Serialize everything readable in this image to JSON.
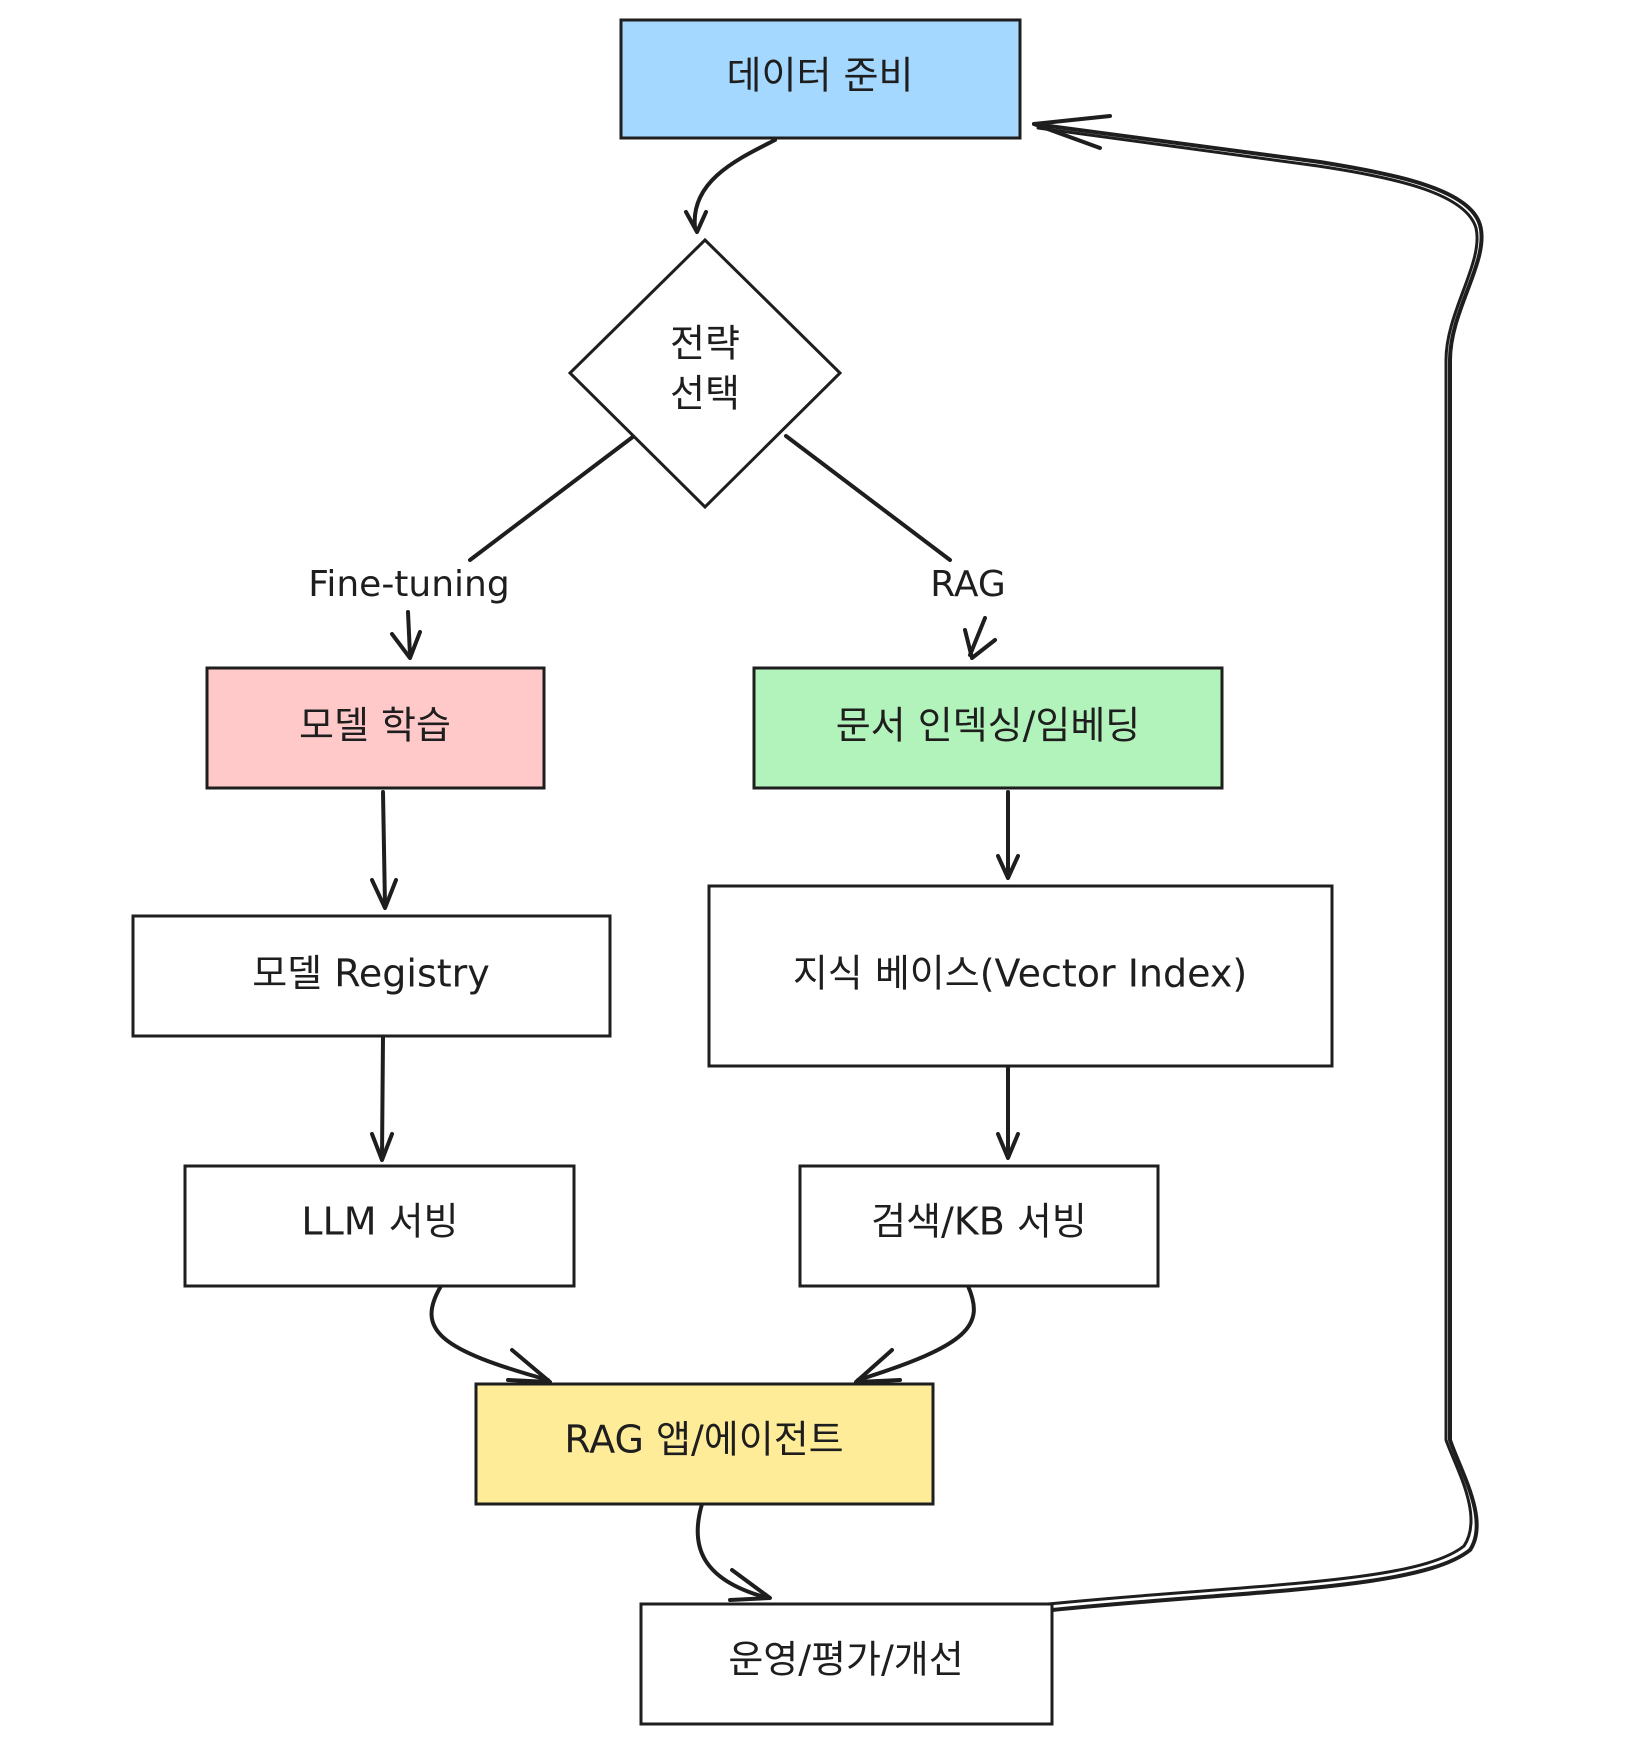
{
  "diagram": {
    "nodes": {
      "data_prep": {
        "label": "데이터 준비",
        "fill": "#a5d8ff"
      },
      "strategy": {
        "label_line1": "전략",
        "label_line2": "선택",
        "fill": "#ffffff"
      },
      "model_training": {
        "label": "모델 학습",
        "fill": "#ffc9c9"
      },
      "doc_indexing": {
        "label": "문서 인덱싱/임베딩",
        "fill": "#b2f2bb"
      },
      "model_registry": {
        "label": "모델 Registry",
        "fill": "#ffffff"
      },
      "knowledge_base": {
        "label": "지식 베이스(Vector Index)",
        "fill": "#ffffff"
      },
      "llm_serving": {
        "label": "LLM 서빙",
        "fill": "#ffffff"
      },
      "search_kb_serving": {
        "label": "검색/KB 서빙",
        "fill": "#ffffff"
      },
      "rag_app": {
        "label": "RAG 앱/에이전트",
        "fill": "#ffec99"
      },
      "ops_eval": {
        "label": "운영/평가/개선",
        "fill": "#ffffff"
      }
    },
    "edge_labels": {
      "fine_tuning": "Fine-tuning",
      "rag": "RAG"
    },
    "stroke_color": "#1e1e1e"
  }
}
